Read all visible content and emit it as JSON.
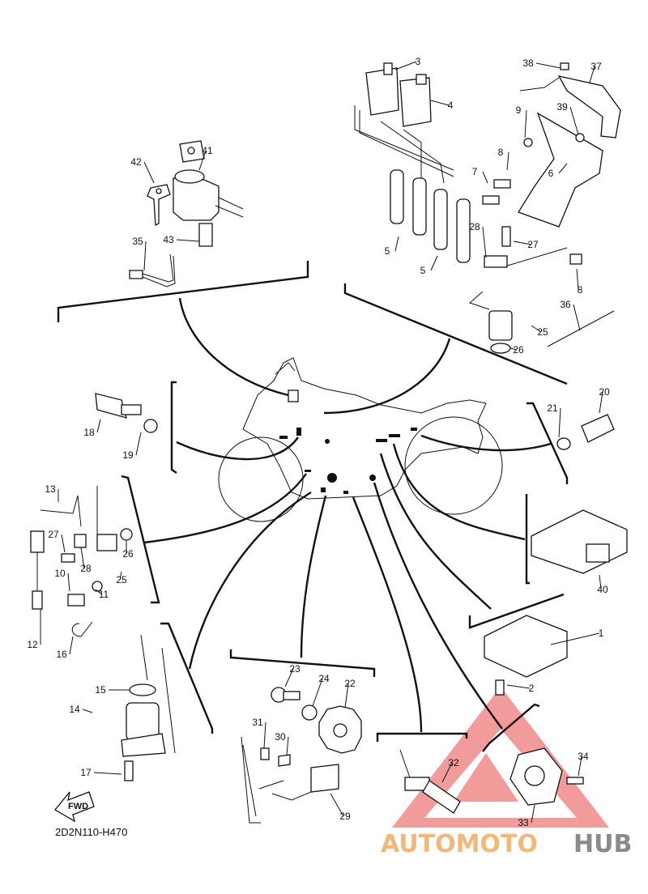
{
  "diagram": {
    "code": "2D2N110-H470",
    "fwd_label": "FWD"
  },
  "callouts": [
    "1",
    "2",
    "3",
    "4",
    "5",
    "5",
    "6",
    "7",
    "8",
    "8",
    "9",
    "10",
    "11",
    "12",
    "13",
    "14",
    "15",
    "16",
    "17",
    "18",
    "19",
    "20",
    "21",
    "22",
    "23",
    "24",
    "25",
    "25",
    "26",
    "26",
    "27",
    "27",
    "28",
    "28",
    "29",
    "30",
    "31",
    "32",
    "33",
    "34",
    "35",
    "36",
    "37",
    "38",
    "39",
    "40",
    "41",
    "42",
    "43"
  ],
  "watermark": {
    "text_part1": "AUTOMOTO",
    "text_part2": "HUB",
    "color_part1": "#f2b877",
    "color_part2": "#8a8a8a",
    "triangle_color": "#e94a4a"
  }
}
